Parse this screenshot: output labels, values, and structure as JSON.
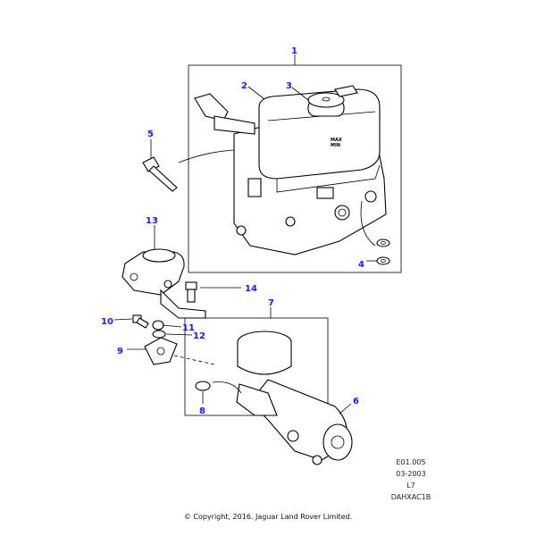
{
  "callouts": {
    "c1": "1",
    "c2": "2",
    "c3": "3",
    "c4": "4",
    "c5": "5",
    "c6": "6",
    "c7": "7",
    "c8": "8",
    "c9": "9",
    "c10": "10",
    "c11": "11",
    "c12": "12",
    "c13": "13",
    "c14": "14"
  },
  "reservoir_marks": {
    "max": "MAX",
    "min": "MIN"
  },
  "reference": {
    "code": "E01.005",
    "date": "03-2003",
    "level": "L7",
    "id": "DAHXAC1B"
  },
  "copyright": "© Copyright, 2016. Jaguar Land Rover Limited.",
  "colors": {
    "callout": "#1a1aff"
  }
}
